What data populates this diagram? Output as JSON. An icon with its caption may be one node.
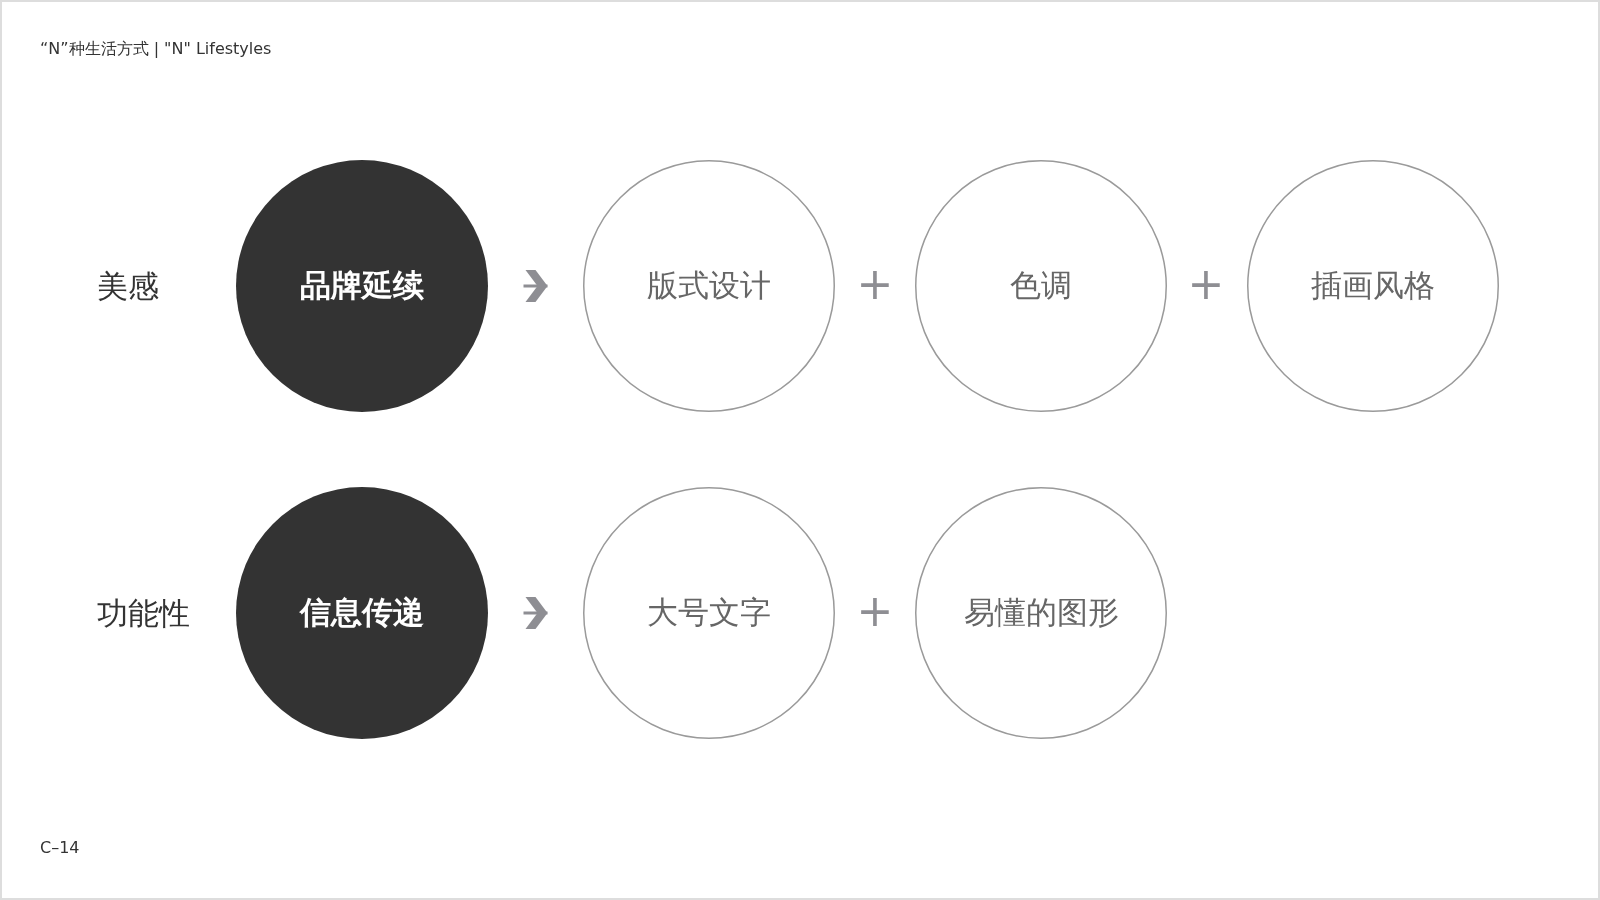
{
  "diagram": {
    "title": "“N”种生活方式 | \"N\" Lifestyles",
    "nodes": [
      {
        "text": [
          "品牌延续"
        ]
      },
      {
        "text": [
          "版式设计"
        ]
      },
      {
        "text": [
          "色调"
        ]
      },
      {
        "text": [
          "插画风格"
        ]
      },
      {
        "text": [
          "信息传递"
        ]
      },
      {
        "text": [
          "大号文字"
        ]
      },
      {
        "text": [
          "易懂的图形"
        ]
      }
    ],
    "edges": [
      {
        "from": 0,
        "to": 1,
        "arrow": "to"
      },
      {
        "from": 4,
        "to": 5,
        "arrow": "to"
      }
    ],
    "labels": [
      "美感",
      "+",
      "+",
      "功能性",
      "+",
      "C–14"
    ]
  }
}
